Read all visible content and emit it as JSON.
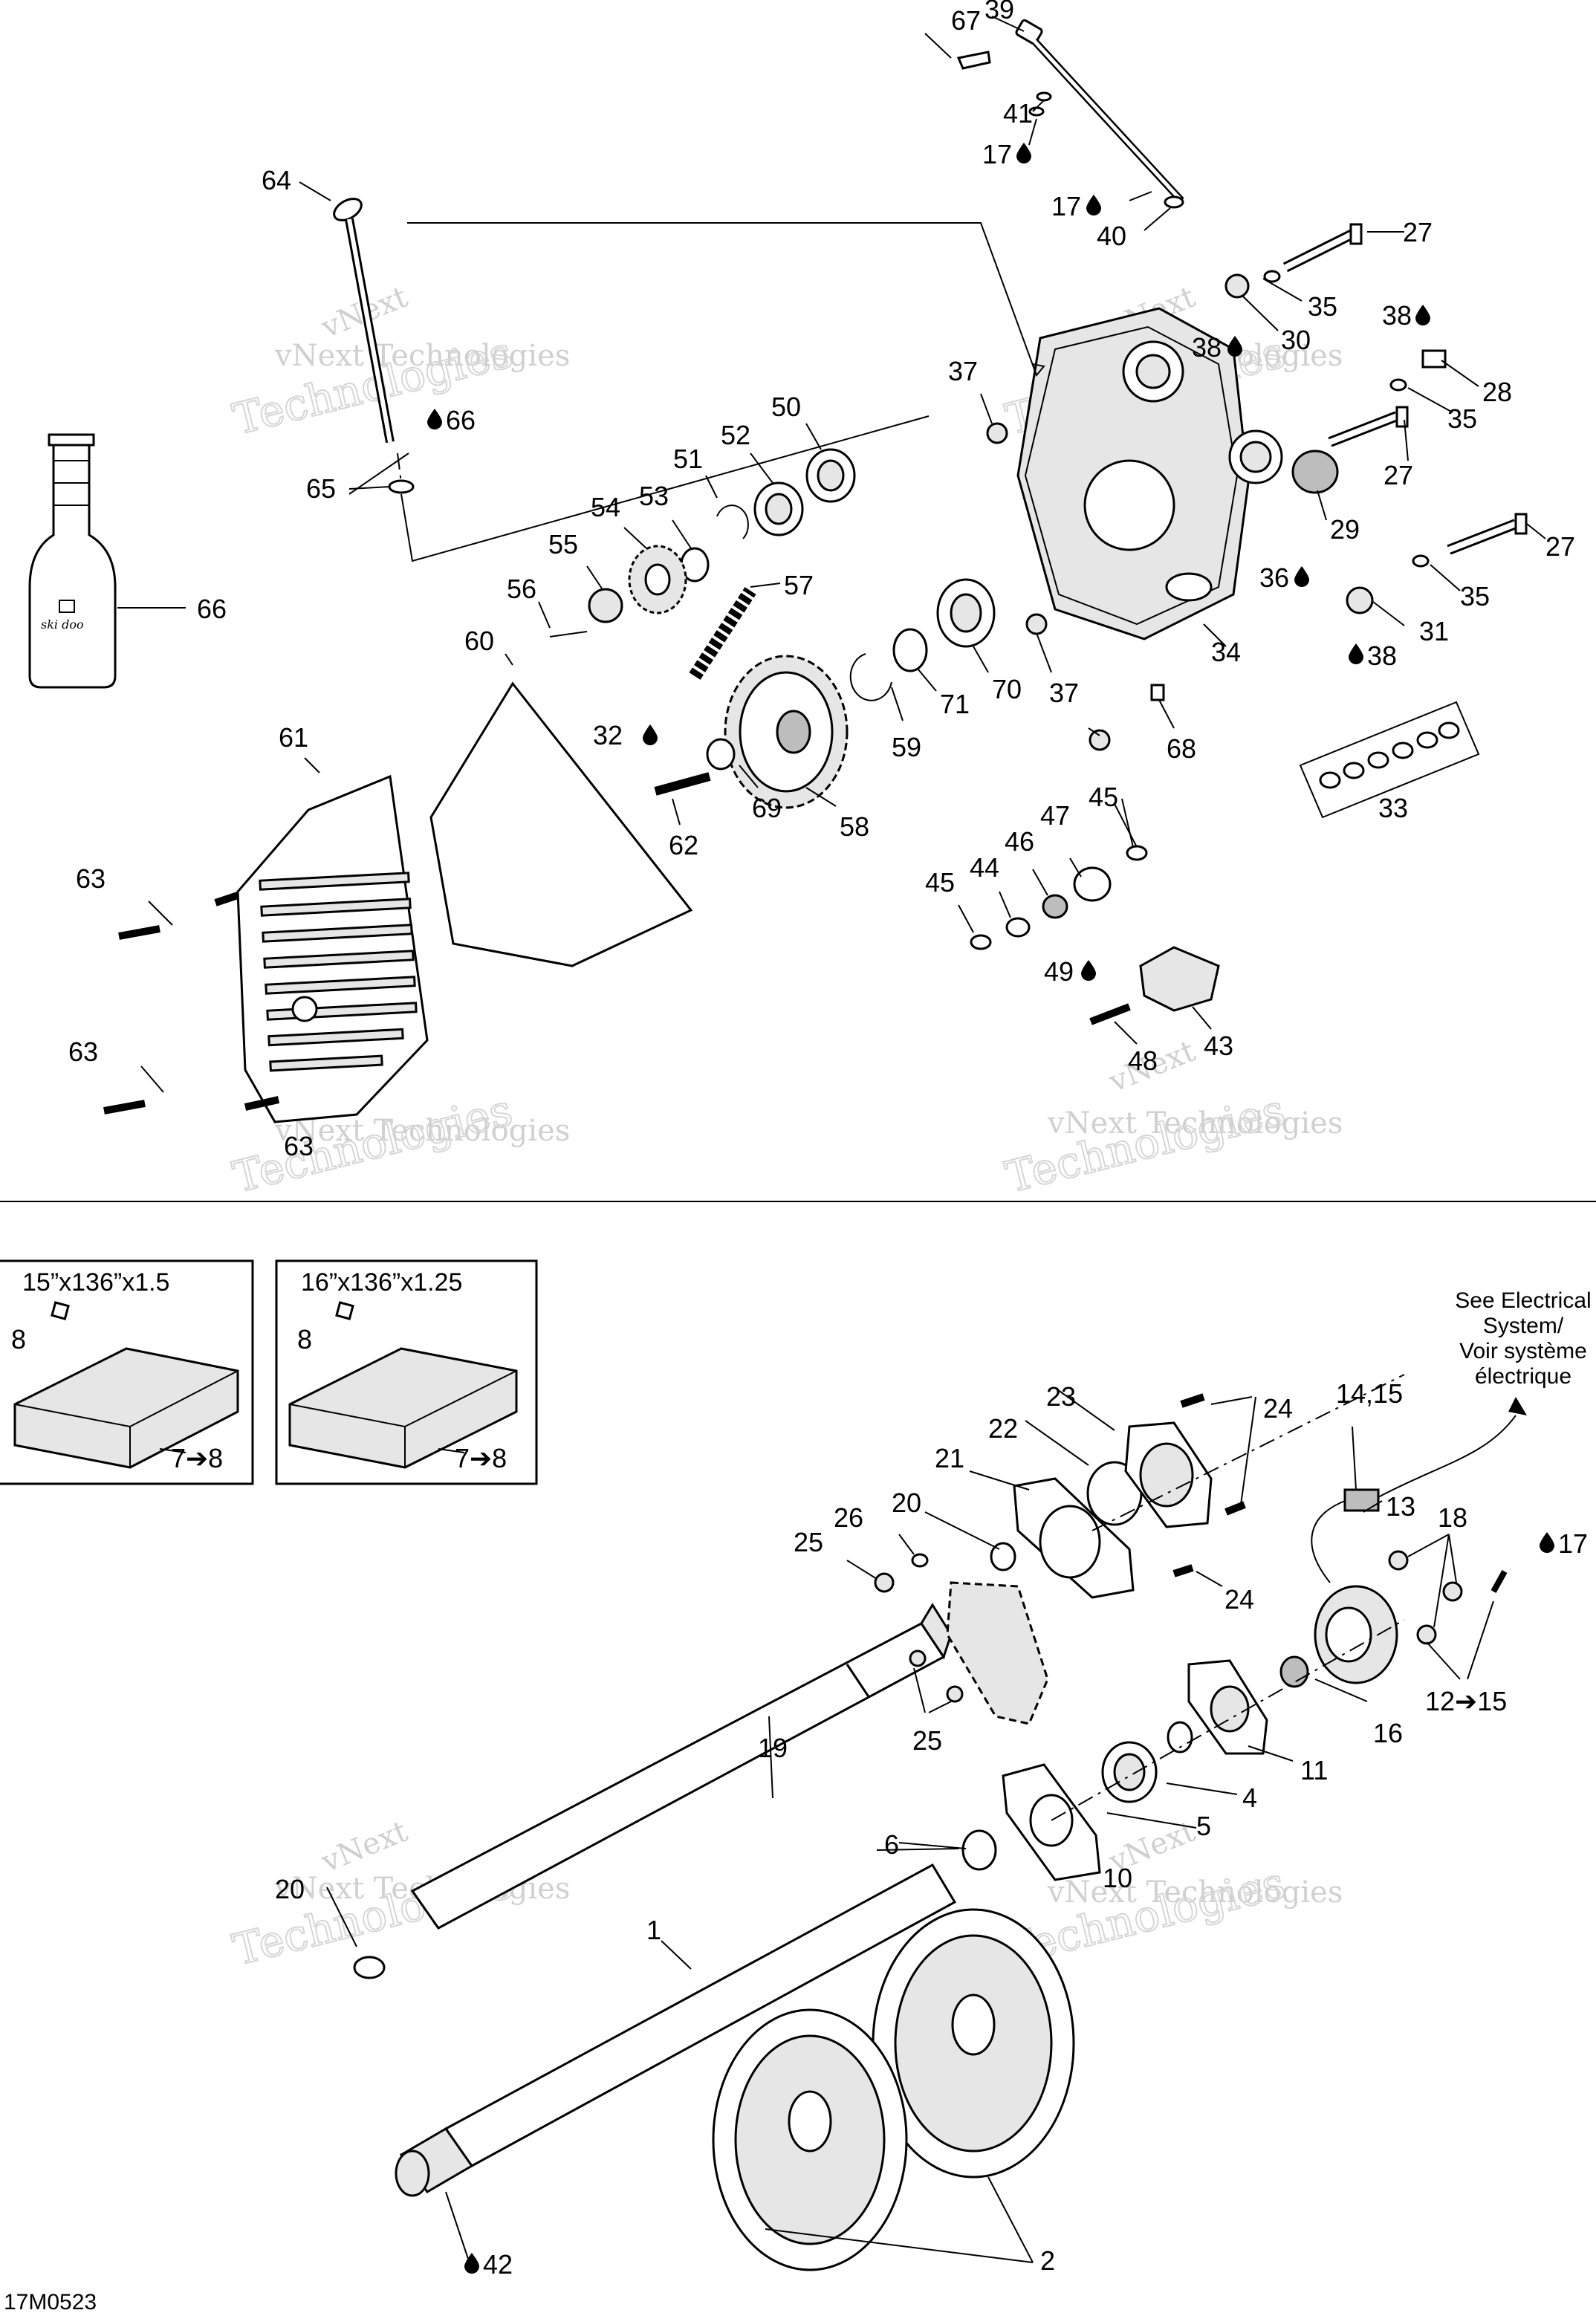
{
  "drawing_id": "17M0523",
  "watermark": [
    "vNext",
    "vNext Technologies",
    "Technologies"
  ],
  "sizes": {
    "left": "15”x136”x1.5",
    "right": "16”x136”x1.25"
  },
  "note_lines": [
    "See Electrical",
    "System/",
    "Voir système",
    "électrique"
  ],
  "bottle_text": "ski doo",
  "labels": {
    "1": "1",
    "2": "2",
    "4": "4",
    "5": "5",
    "6": "6",
    "7-8a": "7➔8",
    "7-8b": "7➔8",
    "8a": "8",
    "8b": "8",
    "10": "10",
    "11": "11",
    "12-15": "12➔15",
    "13": "13",
    "14-15": "14,15",
    "16": "16",
    "17a": "17",
    "17b": "17",
    "17c": "17",
    "18": "18",
    "19": "19",
    "20a": "20",
    "20b": "20",
    "21": "21",
    "22": "22",
    "23": "23",
    "24a": "24",
    "24b": "24",
    "25a": "25",
    "25b": "25",
    "26": "26",
    "27a": "27",
    "27b": "27",
    "27c": "27",
    "28": "28",
    "29": "29",
    "30": "30",
    "31": "31",
    "32": "32",
    "33": "33",
    "34": "34",
    "35a": "35",
    "35b": "35",
    "35c": "35",
    "36": "36",
    "37a": "37",
    "37b": "37",
    "38a": "38",
    "38b": "38",
    "38c": "38",
    "39": "39",
    "40": "40",
    "41": "41",
    "42": "42",
    "43": "43",
    "44": "44",
    "45a": "45",
    "45b": "45",
    "46": "46",
    "47": "47",
    "48": "48",
    "49": "49",
    "50": "50",
    "51": "51",
    "52": "52",
    "53": "53",
    "54": "54",
    "55": "55",
    "56": "56",
    "57": "57",
    "58": "58",
    "59": "59",
    "60": "60",
    "61": "61",
    "62": "62",
    "63a": "63",
    "63b": "63",
    "63c": "63",
    "64": "64",
    "65": "65",
    "66a": "66",
    "66b": "66",
    "67": "67",
    "68": "68",
    "69": "69",
    "70": "70",
    "71": "71"
  }
}
